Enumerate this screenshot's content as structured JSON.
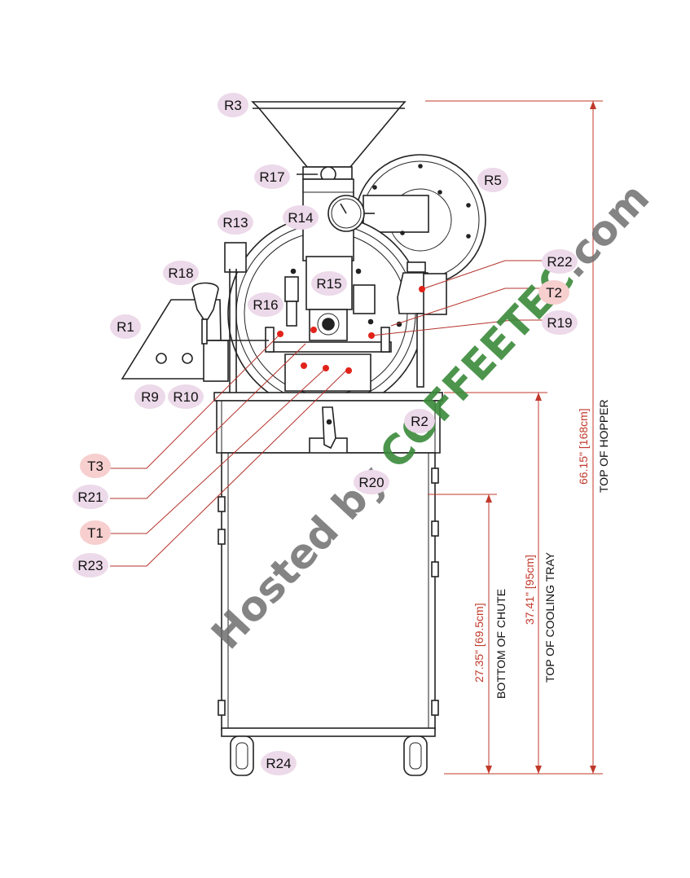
{
  "labels": {
    "R1": "R1",
    "R2": "R2",
    "R3": "R3",
    "R5": "R5",
    "R9": "R9",
    "R10": "R10",
    "R13": "R13",
    "R14": "R14",
    "R15": "R15",
    "R16": "R16",
    "R17": "R17",
    "R18": "R18",
    "R19": "R19",
    "R20": "R20",
    "R21": "R21",
    "R22": "R22",
    "R23": "R23",
    "R24": "R24",
    "T1": "T1",
    "T2": "T2",
    "T3": "T3"
  },
  "dimensions": {
    "hopper": {
      "value": "66.15\" [168cm]",
      "label": "TOP OF HOPPER"
    },
    "cooling_tray": {
      "value": "37.41\" [95cm]",
      "label": "TOP OF COOLING TRAY"
    },
    "chute": {
      "value": "27.35\" [69.5cm]",
      "label": "BOTTOM OF CHUTE"
    }
  },
  "watermark": {
    "prefix": "Hosted by ",
    "brand": "COFFEETEC",
    "suffix": ".com"
  },
  "colors": {
    "annotation_red": "#c0392b",
    "dot_red": "#e2231a",
    "label_pink": "#ecd9e9",
    "label_salmon": "#f7cfcf",
    "brand_green": "#3a8a3a"
  }
}
